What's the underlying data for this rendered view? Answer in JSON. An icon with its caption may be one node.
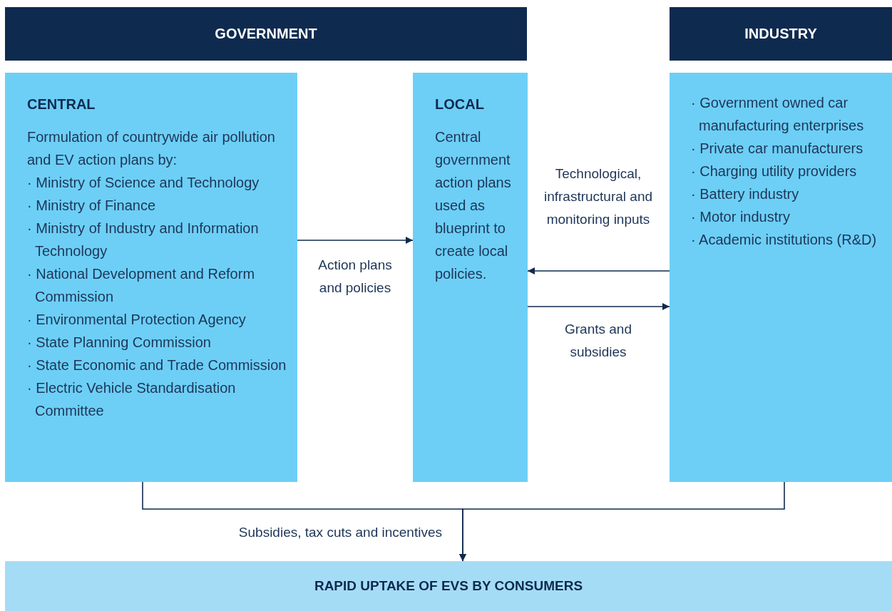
{
  "diagram": {
    "nodes": [
      {
        "text": [
          "GOVERNMENT"
        ]
      },
      {
        "text": [
          "INDUSTRY"
        ]
      },
      {
        "text": [
          "CENTRAL",
          "Formulation of countrywide air pollution and EV action plans by:",
          "· Ministry of Science and Technology",
          "· Ministry of Finance",
          "· Ministry of Industry and Information Technology",
          "· National Development and Reform Commission",
          "· Environmental Protection Agency",
          "· State Planning Commission",
          "· State Economic and Trade Commission",
          "· Electric Vehicle Standardisation Committee"
        ]
      },
      {
        "text": [
          "LOCAL",
          "Central government action plans used as blueprint to create local policies."
        ]
      },
      {
        "text": [
          "· Government owned car manufacturing enterprises",
          "· Private car manufacturers",
          "· Charging utility providers",
          "· Battery industry",
          "· Motor industry",
          "· Academic institutions (R&D)"
        ]
      },
      {
        "text": [
          "RAPID UPTAKE OF EVS BY CONSUMERS"
        ]
      }
    ],
    "edges": [
      {
        "from": 2,
        "to": 3,
        "arrow": "to",
        "label": "Action plans and policies"
      },
      {
        "from": 4,
        "to": 3,
        "arrow": "to",
        "label": "Technological, infrastructural and monitoring inputs"
      },
      {
        "from": 3,
        "to": 4,
        "arrow": "to",
        "label": "Grants and subsidies"
      },
      {
        "from": 2,
        "to": 5,
        "arrow": "to",
        "label": "Subsidies, tax cuts and incentives"
      },
      {
        "from": 4,
        "to": 5,
        "arrow": "to"
      }
    ]
  }
}
